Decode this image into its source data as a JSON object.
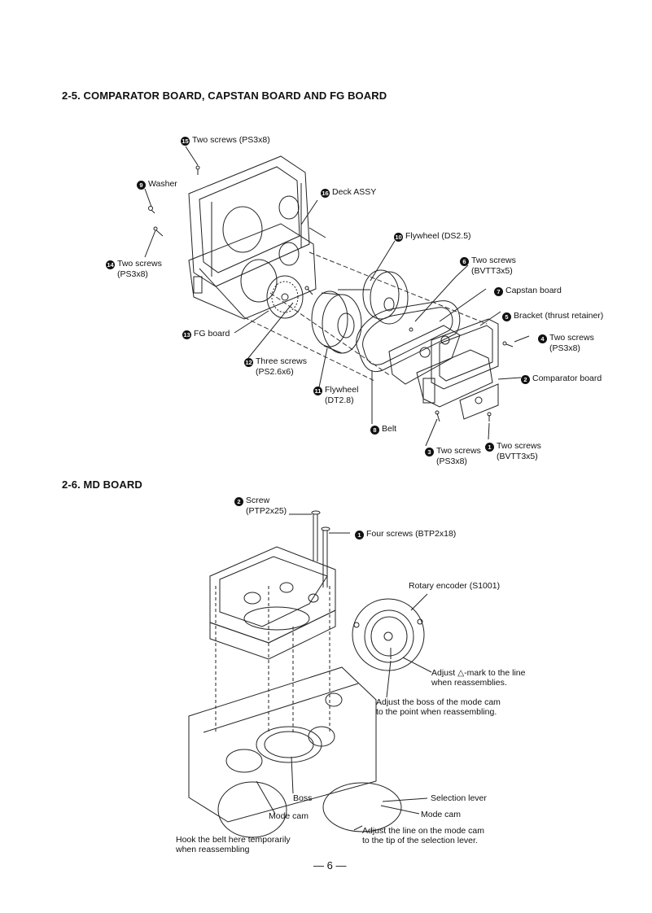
{
  "section1": {
    "title": "2-5. COMPARATOR BOARD, CAPSTAN BOARD AND FG BOARD",
    "callouts": [
      {
        "num": "15",
        "text": "Two screws (PS3x8)"
      },
      {
        "num": "9",
        "text": "Washer"
      },
      {
        "num": "16",
        "text": "Deck ASSY"
      },
      {
        "num": "14",
        "text": "Two screws",
        "text2": "(PS3x8)"
      },
      {
        "num": "10",
        "text": "Flywheel (DS2.5)"
      },
      {
        "num": "6",
        "text": "Two screws",
        "text2": "(BVTT3x5)"
      },
      {
        "num": "7",
        "text": "Capstan board"
      },
      {
        "num": "5",
        "text": "Bracket (thrust retainer)"
      },
      {
        "num": "13",
        "text": "FG board"
      },
      {
        "num": "4",
        "text": "Two screws",
        "text2": "(PS3x8)"
      },
      {
        "num": "12",
        "text": "Three screws",
        "text2": "(PS2.6x6)"
      },
      {
        "num": "2",
        "text": "Comparator board"
      },
      {
        "num": "11",
        "text": "Flywheel",
        "text2": "(DT2.8)"
      },
      {
        "num": "8",
        "text": "Belt"
      },
      {
        "num": "3",
        "text": "Two screws",
        "text2": "(PS3x8)"
      },
      {
        "num": "1",
        "text": "Two screws",
        "text2": "(BVTT3x5)"
      }
    ]
  },
  "section2": {
    "title": "2-6. MD BOARD",
    "callouts": [
      {
        "num": "2",
        "text": "Screw",
        "text2": "(PTP2x25)"
      },
      {
        "num": "1",
        "text": "Four screws (BTP2x18)"
      }
    ],
    "notes": {
      "rotary": "Rotary encoder (S1001)",
      "adjust_mark_1": "Adjust △-mark to the line",
      "adjust_mark_2": "when reassemblies.",
      "adjust_boss_1": "Adjust the boss of the mode cam",
      "adjust_boss_2": "to the point when reassembling.",
      "boss": "Boss",
      "mode_cam_left": "Mode cam",
      "selection_lever": "Selection lever",
      "mode_cam_right": "Mode cam",
      "adjust_line_1": "Adjust the line on the mode cam",
      "adjust_line_2": "to the tip of the selection lever.",
      "hook_1": "Hook the belt here temporarily",
      "hook_2": "when reassembling"
    }
  },
  "page_number": "— 6 —"
}
